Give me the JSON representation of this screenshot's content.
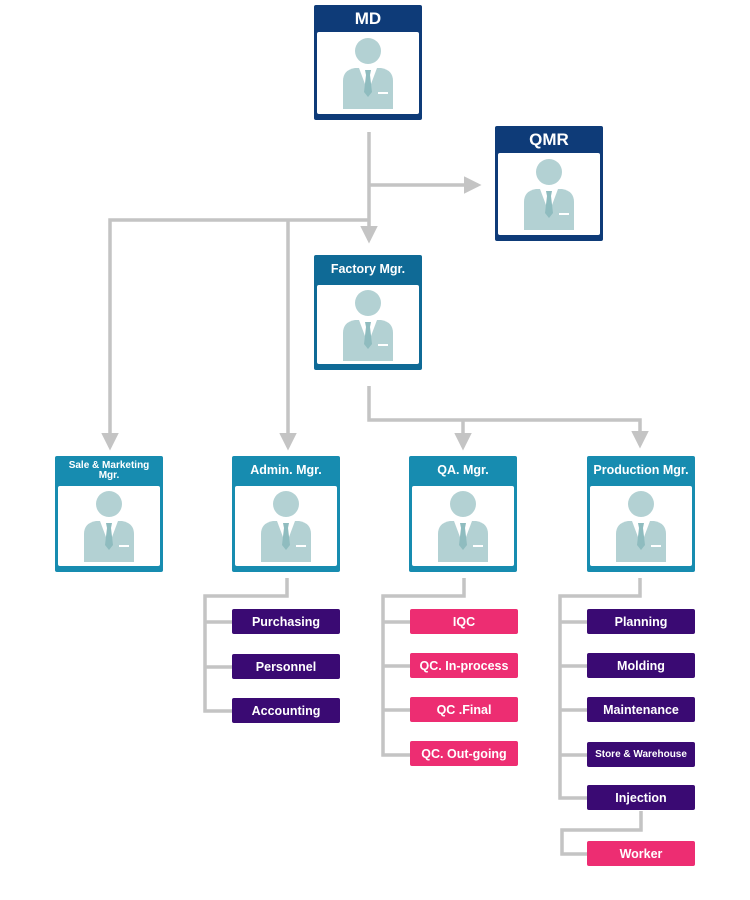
{
  "colors": {
    "dark_header": "#0e3b78",
    "mid_header": "#0f6a96",
    "light_header": "#178cb0",
    "purple": "#3a0a73",
    "pink": "#ed2d72",
    "connector": "#c4c4c4",
    "avatar": "#b3d1d3"
  },
  "positions": {
    "md": "MD",
    "qmr": "QMR",
    "factory": "Factory Mgr.",
    "sales": "Sale & Marketing Mgr.",
    "admin": "Admin. Mgr.",
    "qa": "QA. Mgr.",
    "production": "Production Mgr."
  },
  "admin_units": [
    "Purchasing",
    "Personnel",
    "Accounting"
  ],
  "qa_units": [
    "IQC",
    "QC. In-process",
    "QC .Final",
    "QC. Out-going"
  ],
  "production_units": [
    "Planning",
    "Molding",
    "Maintenance",
    "Store & Warehouse",
    "Injection"
  ],
  "injection_units": [
    "Worker"
  ],
  "icons": {
    "person": "person-avatar-icon"
  }
}
